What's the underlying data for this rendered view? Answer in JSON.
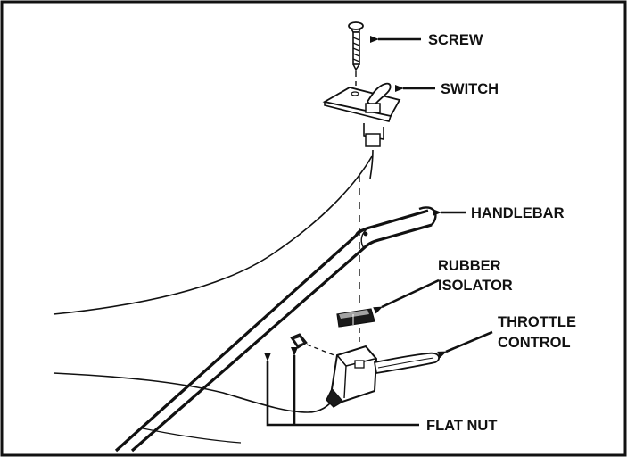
{
  "diagram": {
    "labels": {
      "screw": "SCREW",
      "switch": "SWITCH",
      "handlebar": "HANDLEBAR",
      "rubber_isolator_line1": "RUBBER",
      "rubber_isolator_line2": "ISOLATOR",
      "throttle_control_line1": "THROTTLE",
      "throttle_control_line2": "CONTROL",
      "flat_nut": "FLAT NUT"
    },
    "colors": {
      "ink": "#111111",
      "background": "#ffffff",
      "part_fill": "#1a1a1a"
    }
  }
}
